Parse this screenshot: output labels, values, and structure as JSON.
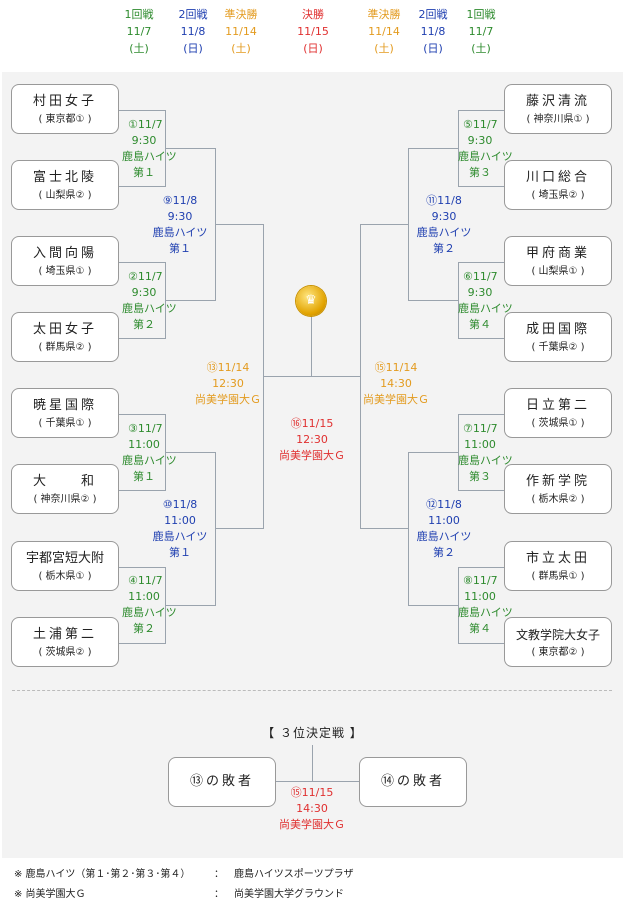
{
  "header": {
    "cols": [
      {
        "round": "1回戦",
        "date": "11/7",
        "day": "(土)",
        "color": "g"
      },
      {
        "round": "2回戦",
        "date": "11/8",
        "day": "(日)",
        "color": "b"
      },
      {
        "round": "準決勝",
        "date": "11/14",
        "day": "(土)",
        "color": "o"
      },
      {
        "round": "決勝",
        "date": "11/15",
        "day": "(日)",
        "color": "r"
      },
      {
        "round": "準決勝",
        "date": "11/14",
        "day": "(土)",
        "color": "o"
      },
      {
        "round": "2回戦",
        "date": "11/8",
        "day": "(日)",
        "color": "b"
      },
      {
        "round": "1回戦",
        "date": "11/7",
        "day": "(土)",
        "color": "g"
      }
    ]
  },
  "teams": [
    {
      "name": "村田女子",
      "pref": "( 東京都① )"
    },
    {
      "name": "富士北陵",
      "pref": "( 山梨県② )"
    },
    {
      "name": "入間向陽",
      "pref": "( 埼玉県① )"
    },
    {
      "name": "太田女子",
      "pref": "( 群馬県② )"
    },
    {
      "name": "暁星国際",
      "pref": "( 千葉県① )"
    },
    {
      "name": "大　　和",
      "pref": "( 神奈川県② )"
    },
    {
      "name": "宇都宮短大附",
      "pref": "( 栃木県① )"
    },
    {
      "name": "土浦第二",
      "pref": "( 茨城県② )"
    },
    {
      "name": "藤沢清流",
      "pref": "( 神奈川県① )"
    },
    {
      "name": "川口総合",
      "pref": "( 埼玉県② )"
    },
    {
      "name": "甲府商業",
      "pref": "( 山梨県① )"
    },
    {
      "name": "成田国際",
      "pref": "( 千葉県② )"
    },
    {
      "name": "日立第二",
      "pref": "( 茨城県① )"
    },
    {
      "name": "作新学院",
      "pref": "( 栃木県② )"
    },
    {
      "name": "市立太田",
      "pref": "( 群馬県① )"
    },
    {
      "name": "文教学院大女子",
      "pref": "( 東京都② )"
    }
  ],
  "matches": {
    "m1": {
      "no": "①",
      "date": "11/7",
      "time": "9:30",
      "venue": "鹿島ハイツ",
      "court": "第１"
    },
    "m2": {
      "no": "②",
      "date": "11/7",
      "time": "9:30",
      "venue": "鹿島ハイツ",
      "court": "第２"
    },
    "m3": {
      "no": "③",
      "date": "11/7",
      "time": "11:00",
      "venue": "鹿島ハイツ",
      "court": "第１"
    },
    "m4": {
      "no": "④",
      "date": "11/7",
      "time": "11:00",
      "venue": "鹿島ハイツ",
      "court": "第２"
    },
    "m5": {
      "no": "⑤",
      "date": "11/7",
      "time": "9:30",
      "venue": "鹿島ハイツ",
      "court": "第３"
    },
    "m6": {
      "no": "⑥",
      "date": "11/7",
      "time": "9:30",
      "venue": "鹿島ハイツ",
      "court": "第４"
    },
    "m7": {
      "no": "⑦",
      "date": "11/7",
      "time": "11:00",
      "venue": "鹿島ハイツ",
      "court": "第３"
    },
    "m8": {
      "no": "⑧",
      "date": "11/7",
      "time": "11:00",
      "venue": "鹿島ハイツ",
      "court": "第４"
    },
    "m9": {
      "no": "⑨",
      "date": "11/8",
      "time": "9:30",
      "venue": "鹿島ハイツ",
      "court": "第１"
    },
    "m10": {
      "no": "⑩",
      "date": "11/8",
      "time": "11:00",
      "venue": "鹿島ハイツ",
      "court": "第１"
    },
    "m11": {
      "no": "⑪",
      "date": "11/8",
      "time": "9:30",
      "venue": "鹿島ハイツ",
      "court": "第２"
    },
    "m12": {
      "no": "⑫",
      "date": "11/8",
      "time": "11:00",
      "venue": "鹿島ハイツ",
      "court": "第２"
    },
    "m13": {
      "no": "⑬",
      "date": "11/14",
      "time": "12:30",
      "venue": "尚美学園大Ｇ"
    },
    "m14": {
      "no": "⑮",
      "date": "11/14",
      "time": "14:30",
      "venue": "尚美学園大Ｇ"
    },
    "final": {
      "no": "⑯",
      "date": "11/15",
      "time": "12:30",
      "venue": "尚美学園大Ｇ"
    },
    "third": {
      "no": "⑮",
      "date": "11/15",
      "time": "14:30",
      "venue": "尚美学園大Ｇ"
    }
  },
  "trophy_icon": "crown-icon",
  "trophy_glyph": "♛",
  "third_place": {
    "title": "【 ３位決定戦 】",
    "left": "⑬の敗者",
    "right": "⑭の敗者"
  },
  "footer": [
    {
      "mark": "※ 鹿島ハイツ（第１･第２･第３･第４）",
      "sep": "：",
      "value": "鹿島ハイツスポーツプラザ"
    },
    {
      "mark": "※ 尚美学園大Ｇ",
      "sep": "：",
      "value": "尚美学園大学グラウンド"
    }
  ],
  "colors": {
    "first_round": "#2e8b2e",
    "second_round": "#1f3fb0",
    "semifinal": "#e39b1f",
    "final": "#e03030"
  }
}
